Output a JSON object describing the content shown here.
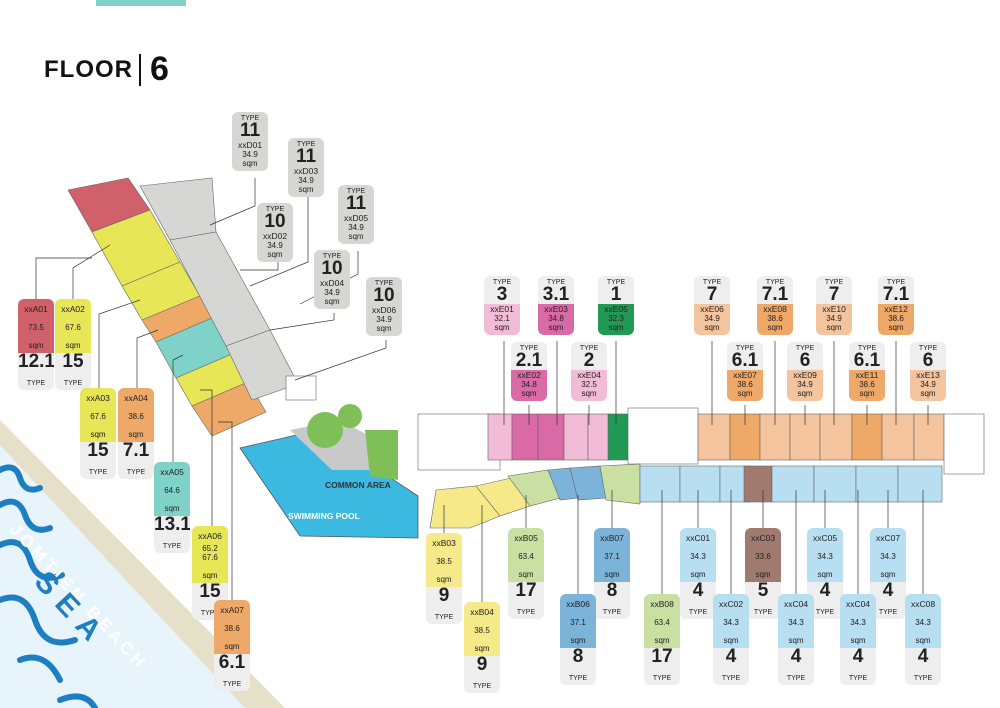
{
  "floor": {
    "label": "FLOOR",
    "number": "6"
  },
  "areas": {
    "common_area": "COMMON AREA",
    "pool": "SWIMMING POOL",
    "beach": "JOMTIEN BEACH",
    "sea": "SEA"
  },
  "colors": {
    "red": "#d0606a",
    "yellow": "#e6e657",
    "orange": "#eea968",
    "teal": "#7fd2c8",
    "grey": "#d6d6d4",
    "pink": "#f2bcd6",
    "magenta": "#d96aa6",
    "green": "#229955",
    "peach": "#f3c49d",
    "lightgreen": "#c9e0a2",
    "paleyellow": "#f6e98a",
    "blue": "#7bb3d9",
    "lightblue": "#b8def2",
    "brown": "#a07a6e",
    "pool": "#3bb9e0",
    "sand": "#e5e0c7"
  },
  "tags": {
    "A01": {
      "id": "xxA01",
      "area": "73.5",
      "unit": "sqm",
      "type": "12.1",
      "type_label": "TYPE"
    },
    "A02": {
      "id": "xxA02",
      "area": "67.6",
      "unit": "sqm",
      "type": "15",
      "type_label": "TYPE"
    },
    "A03": {
      "id": "xxA03",
      "area": "67.6",
      "unit": "sqm",
      "type": "15",
      "type_label": "TYPE"
    },
    "A04": {
      "id": "xxA04",
      "area": "38.6",
      "unit": "sqm",
      "type": "7.1",
      "type_label": "TYPE"
    },
    "A05": {
      "id": "xxA05",
      "area": "64.6",
      "unit": "sqm",
      "type": "13.1",
      "type_label": "TYPE"
    },
    "A06": {
      "id": "xxA06",
      "area": "65.2\n67.6",
      "unit": "sqm",
      "type": "15",
      "type_label": "TYPE"
    },
    "A07": {
      "id": "xxA07",
      "area": "38.6",
      "unit": "sqm",
      "type": "6.1",
      "type_label": "TYPE"
    },
    "D01": {
      "id": "xxD01",
      "area": "34.9",
      "unit": "sqm",
      "type": "11",
      "type_label": "TYPE"
    },
    "D02": {
      "id": "xxD02",
      "area": "34.9",
      "unit": "sqm",
      "type": "10",
      "type_label": "TYPE"
    },
    "D03": {
      "id": "xxD03",
      "area": "34.9",
      "unit": "sqm",
      "type": "11",
      "type_label": "TYPE"
    },
    "D04": {
      "id": "xxD04",
      "area": "34.9",
      "unit": "sqm",
      "type": "10",
      "type_label": "TYPE"
    },
    "D05": {
      "id": "xxD05",
      "area": "34.9",
      "unit": "sqm",
      "type": "11",
      "type_label": "TYPE"
    },
    "D06": {
      "id": "xxD06",
      "area": "34.9",
      "unit": "sqm",
      "type": "10",
      "type_label": "TYPE"
    },
    "E01": {
      "id": "xxE01",
      "area": "32.1",
      "unit": "sqm",
      "type": "3",
      "type_label": "TYPE"
    },
    "E02": {
      "id": "xxE02",
      "area": "34.8",
      "unit": "sqm",
      "type": "2.1",
      "type_label": "TYPE"
    },
    "E03": {
      "id": "xxE03",
      "area": "34.8",
      "unit": "sqm",
      "type": "3.1",
      "type_label": "TYPE"
    },
    "E04": {
      "id": "xxE04",
      "area": "32.5",
      "unit": "sqm",
      "type": "2",
      "type_label": "TYPE"
    },
    "E05": {
      "id": "xxE05",
      "area": "32.3",
      "unit": "sqm",
      "type": "1",
      "type_label": "TYPE"
    },
    "E06": {
      "id": "xxE06",
      "area": "34.9",
      "unit": "sqm",
      "type": "7",
      "type_label": "TYPE"
    },
    "E07": {
      "id": "xxE07",
      "area": "38.6",
      "unit": "sqm",
      "type": "6.1",
      "type_label": "TYPE"
    },
    "E08": {
      "id": "xxE08",
      "area": "38.6",
      "unit": "sqm",
      "type": "7.1",
      "type_label": "TYPE"
    },
    "E09": {
      "id": "xxE09",
      "area": "34.9",
      "unit": "sqm",
      "type": "6",
      "type_label": "TYPE"
    },
    "E10": {
      "id": "xxE10",
      "area": "34.9",
      "unit": "sqm",
      "type": "7",
      "type_label": "TYPE"
    },
    "E11": {
      "id": "xxE11",
      "area": "38.6",
      "unit": "sqm",
      "type": "6.1",
      "type_label": "TYPE"
    },
    "E12": {
      "id": "xxE12",
      "area": "38.6",
      "unit": "sqm",
      "type": "7.1",
      "type_label": "TYPE"
    },
    "E13": {
      "id": "xxE13",
      "area": "34.9",
      "unit": "sqm",
      "type": "6",
      "type_label": "TYPE"
    },
    "B03": {
      "id": "xxB03",
      "area": "38.5",
      "unit": "sqm",
      "type": "9",
      "type_label": "TYPE"
    },
    "B04": {
      "id": "xxB04",
      "area": "38.5",
      "unit": "sqm",
      "type": "9",
      "type_label": "TYPE"
    },
    "B05": {
      "id": "xxB05",
      "area": "63.4",
      "unit": "sqm",
      "type": "17",
      "type_label": "TYPE"
    },
    "B06": {
      "id": "xxB06",
      "area": "37.1",
      "unit": "sqm",
      "type": "8",
      "type_label": "TYPE"
    },
    "B07": {
      "id": "xxB07",
      "area": "37.1",
      "unit": "sqm",
      "type": "8",
      "type_label": "TYPE"
    },
    "B08": {
      "id": "xxB08",
      "area": "63.4",
      "unit": "sqm",
      "type": "17",
      "type_label": "TYPE"
    },
    "C01": {
      "id": "xxC01",
      "area": "34.3",
      "unit": "sqm",
      "type": "4",
      "type_label": "TYPE"
    },
    "C02": {
      "id": "xxC02",
      "area": "34.3",
      "unit": "sqm",
      "type": "4",
      "type_label": "TYPE"
    },
    "C03": {
      "id": "xxC03",
      "area": "33.6",
      "unit": "sqm",
      "type": "5",
      "type_label": "TYPE"
    },
    "C04a": {
      "id": "xxC04",
      "area": "34.3",
      "unit": "sqm",
      "type": "4",
      "type_label": "TYPE"
    },
    "C05": {
      "id": "xxC05",
      "area": "34.3",
      "unit": "sqm",
      "type": "4",
      "type_label": "TYPE"
    },
    "C04b": {
      "id": "xxC04",
      "area": "34.3",
      "unit": "sqm",
      "type": "4",
      "type_label": "TYPE"
    },
    "C07": {
      "id": "xxC07",
      "area": "34.3",
      "unit": "sqm",
      "type": "4",
      "type_label": "TYPE"
    },
    "C08": {
      "id": "xxC08",
      "area": "34.3",
      "unit": "sqm",
      "type": "4",
      "type_label": "TYPE"
    }
  }
}
